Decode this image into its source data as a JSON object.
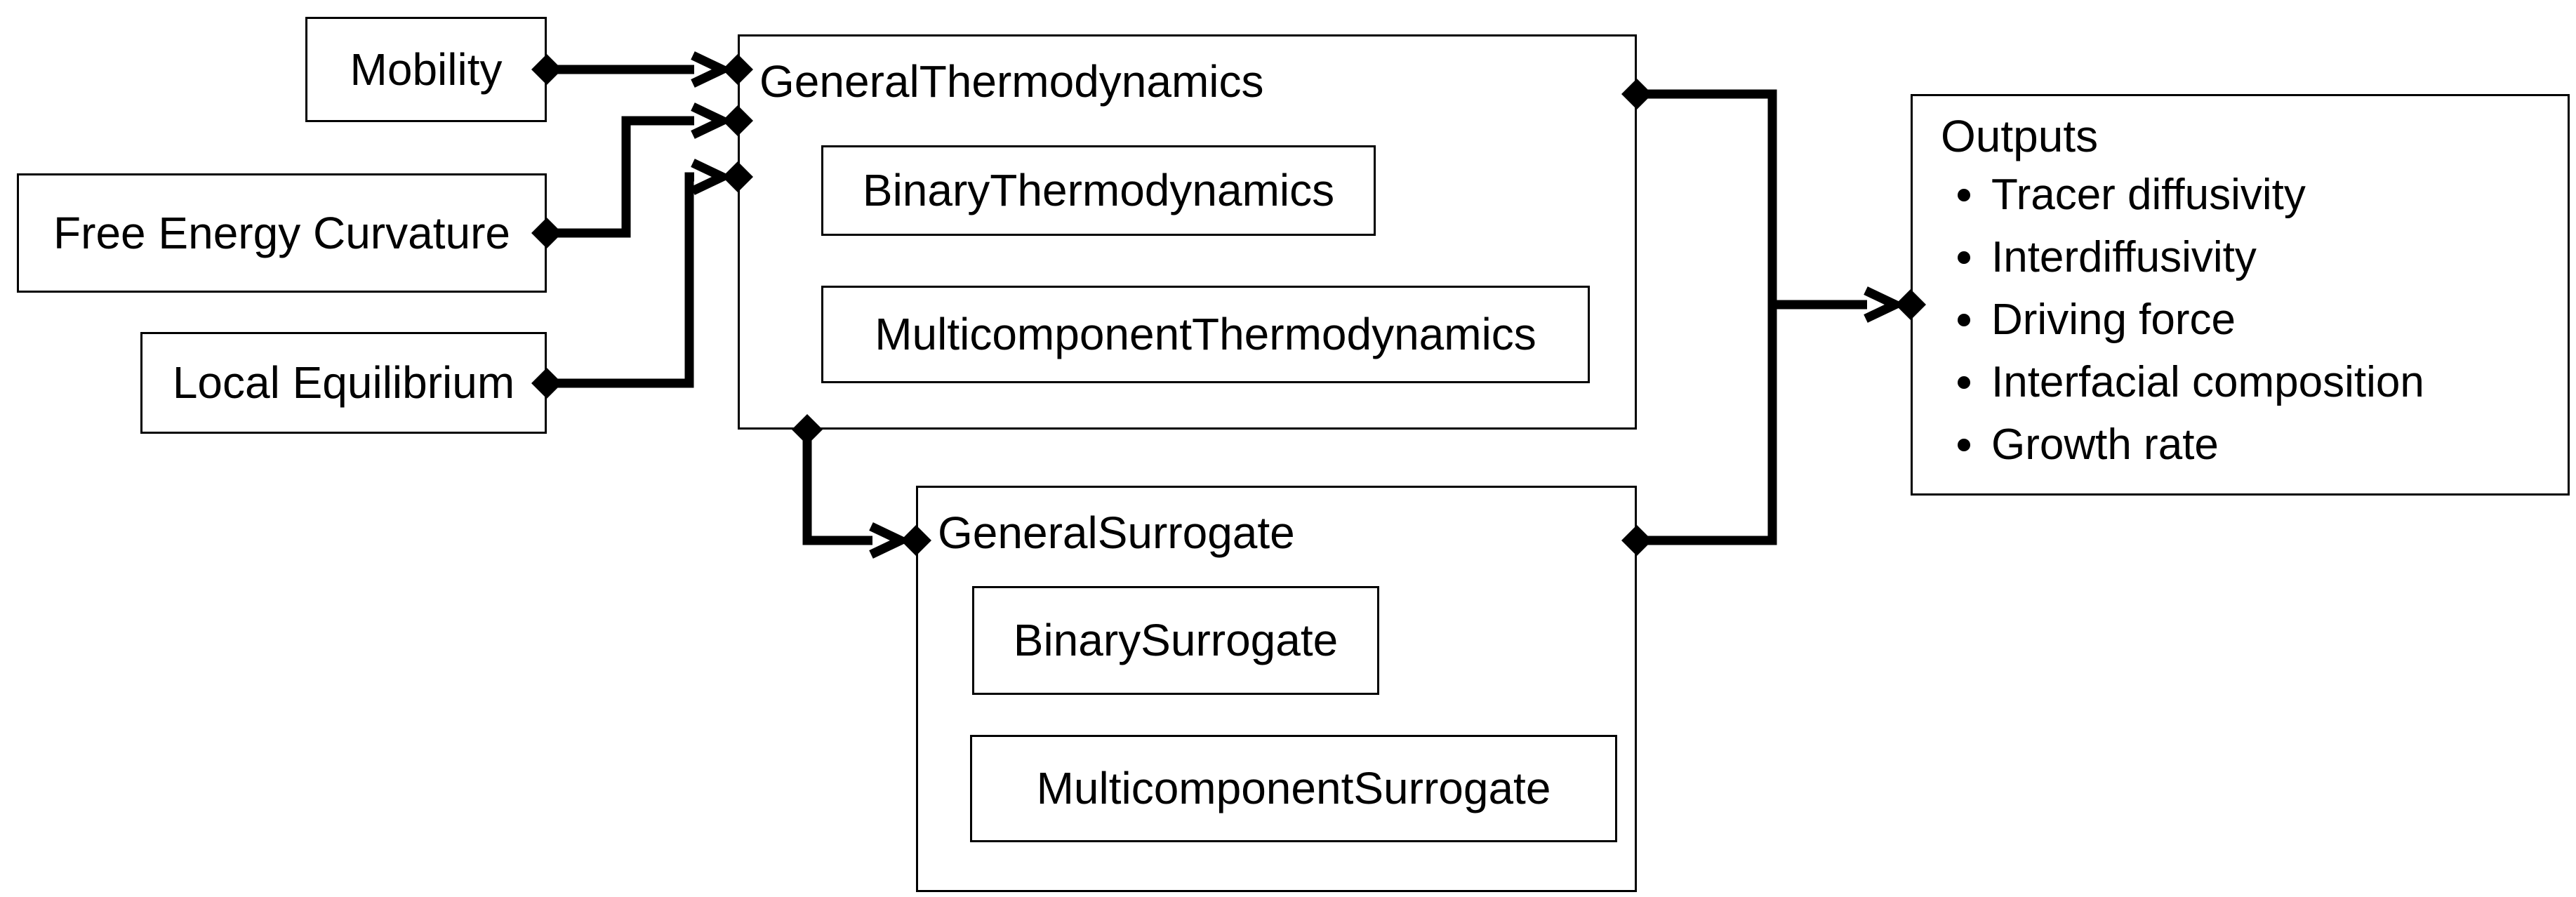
{
  "diagram": {
    "background_color": "#ffffff",
    "line_color": "#000000",
    "nodes": {
      "mobility": {
        "label": "Mobility"
      },
      "free_energy_curvature": {
        "label": "Free Energy Curvature"
      },
      "local_equilibrium": {
        "label": "Local Equilibrium"
      },
      "general_thermodynamics": {
        "label": "GeneralThermodynamics"
      },
      "binary_thermodynamics": {
        "label": "BinaryThermodynamics"
      },
      "multicomponent_thermodynamics": {
        "label": "MulticomponentThermodynamics"
      },
      "general_surrogate": {
        "label": "GeneralSurrogate"
      },
      "binary_surrogate": {
        "label": "BinarySurrogate"
      },
      "multicomponent_surrogate": {
        "label": "MulticomponentSurrogate"
      },
      "outputs": {
        "title": "Outputs",
        "items": [
          "Tracer diffusivity",
          "Interdiffusivity",
          "Driving force",
          "Interfacial composition",
          "Growth rate"
        ]
      }
    },
    "edges": [
      {
        "from": "Mobility",
        "to": "GeneralThermodynamics",
        "style": "thick line, open arrowhead, filled diamonds at both ends"
      },
      {
        "from": "Free Energy Curvature",
        "to": "GeneralThermodynamics",
        "style": "thick line, open arrowhead, filled diamonds at both ends"
      },
      {
        "from": "Local Equilibrium",
        "to": "GeneralThermodynamics",
        "style": "thick line, open arrowhead, filled diamonds at both ends"
      },
      {
        "from": "GeneralThermodynamics",
        "to": "GeneralSurrogate",
        "style": "thick line, open arrowhead, filled diamonds at both ends"
      },
      {
        "from": "GeneralThermodynamics",
        "to": "Outputs",
        "style": "thick line, open arrowhead, filled diamonds at both ends"
      },
      {
        "from": "GeneralSurrogate",
        "to": "Outputs",
        "style": "thick line, open arrowhead, filled diamonds at both ends"
      }
    ]
  }
}
